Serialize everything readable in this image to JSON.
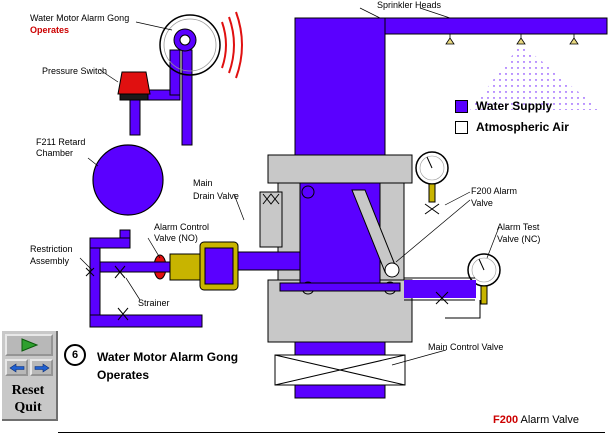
{
  "labels": {
    "sprinkler_heads": "Sprinkler Heads",
    "gong_line1": "Water Motor Alarm Gong",
    "gong_line2": "Operates",
    "pressure_switch": "Pressure Switch",
    "retard_line1": "F211 Retard",
    "retard_line2": "Chamber",
    "drain_line1": "Main",
    "drain_line2": "Drain Valve",
    "alarm_control_line1": "Alarm Control",
    "alarm_control_line2": "Valve (NO)",
    "restriction_line1": "Restriction",
    "restriction_line2": "Assembly",
    "strainer": "Strainer",
    "f200_line1": "F200 Alarm",
    "f200_line2": "Valve",
    "test_line1": "Alarm Test",
    "test_line2": "Valve (NC)",
    "main_control": "Main Control Valve"
  },
  "legend": [
    {
      "label": "Water Supply",
      "color": "#5a00ff"
    },
    {
      "label": "Atmospheric Air",
      "color": "#ffffff"
    }
  ],
  "step": {
    "number": "6",
    "line1": "Water Motor Alarm Gong",
    "line2": "Operates"
  },
  "controls": {
    "play_icon": "play-icon",
    "back_icon": "arrow-left-icon",
    "forward_icon": "arrow-right-icon",
    "reset": "Reset",
    "quit": "Quit"
  },
  "footer": {
    "code": "F200",
    "text": "Alarm Valve"
  },
  "colors": {
    "water": "#5a00ff",
    "pipe_outline": "#000000",
    "valve_body": "#c8c8c8",
    "alarm_red": "#e01010",
    "control_valve": "#c8b400"
  }
}
